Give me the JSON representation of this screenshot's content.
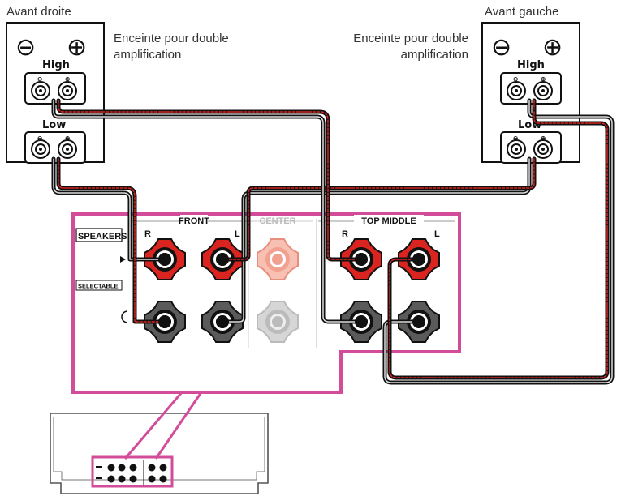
{
  "speakers": {
    "right": {
      "title": "Avant droite",
      "note_line1": "Enceinte pour double",
      "note_line2": "amplification",
      "high_label": "High",
      "low_label": "Low"
    },
    "left": {
      "title": "Avant gauche",
      "note_line1": "Enceinte pour double",
      "note_line2": "amplification",
      "high_label": "High",
      "low_label": "Low"
    },
    "sym_minus": "⊖",
    "sym_plus": "⊕",
    "small_minus": "⊖",
    "small_plus": "⊕"
  },
  "panel": {
    "front_label": "FRONT",
    "center_label": "CENTER",
    "top_middle_label": "TOP MIDDLE",
    "speakers_label": "SPEAKERS",
    "selectable_label": "SELECTABLE",
    "r_label": "R",
    "l_label": "L"
  },
  "colors": {
    "callout_magenta": "#D24C9A",
    "wire_red": "#D9241F",
    "terminal_red": "#D9241F",
    "terminal_gray": "#5A5A5A",
    "terminal_faded": "#F2A08F"
  }
}
